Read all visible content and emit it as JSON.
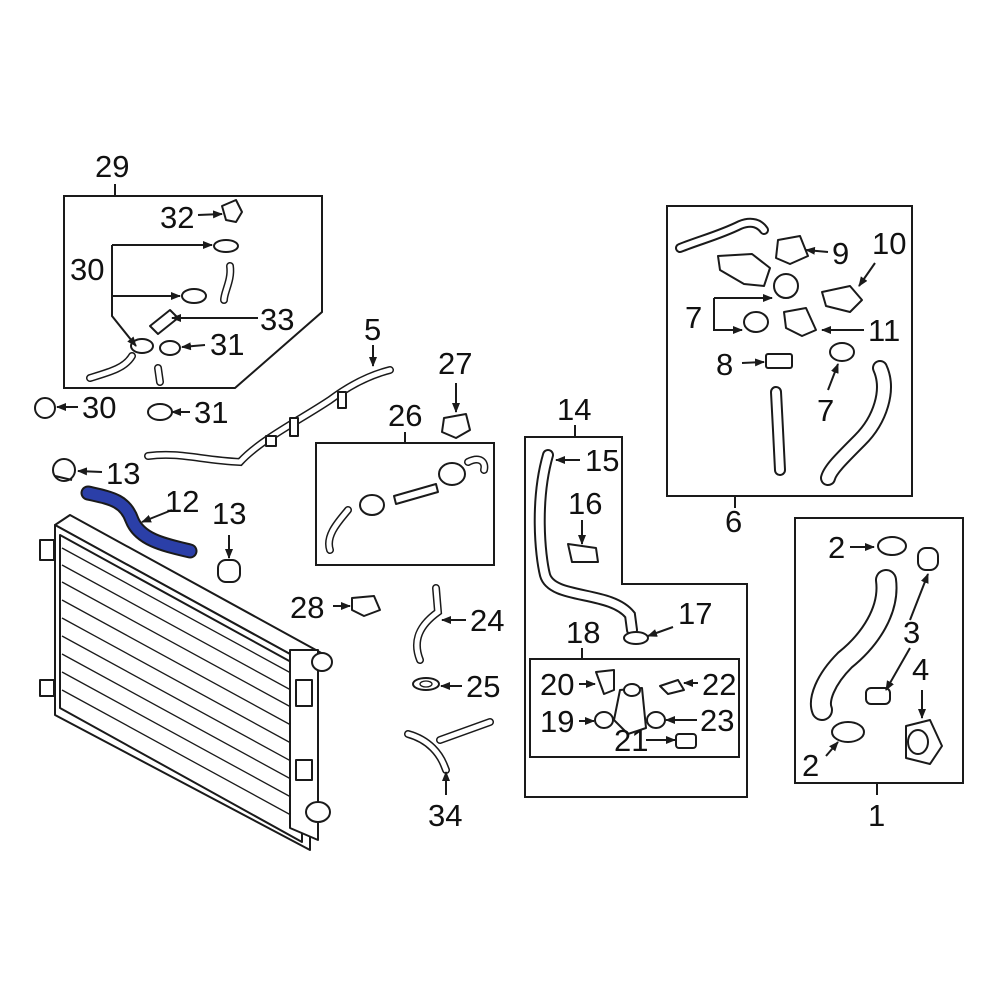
{
  "highlight_color": "#2b3fa8",
  "callouts": {
    "c1": "1",
    "c2a": "2",
    "c2b": "2",
    "c3": "3",
    "c4": "4",
    "c5": "5",
    "c6": "6",
    "c7a": "7",
    "c7b": "7",
    "c8": "8",
    "c9": "9",
    "c10": "10",
    "c11": "11",
    "c12": "12",
    "c13a": "13",
    "c13b": "13",
    "c14": "14",
    "c15": "15",
    "c16": "16",
    "c17": "17",
    "c18": "18",
    "c19": "19",
    "c20": "20",
    "c21": "21",
    "c22": "22",
    "c23": "23",
    "c24": "24",
    "c25": "25",
    "c26": "26",
    "c27": "27",
    "c28": "28",
    "c29": "29",
    "c30a": "30",
    "c30b": "30",
    "c31a": "31",
    "c31b": "31",
    "c32": "32",
    "c33": "33",
    "c34": "34"
  }
}
